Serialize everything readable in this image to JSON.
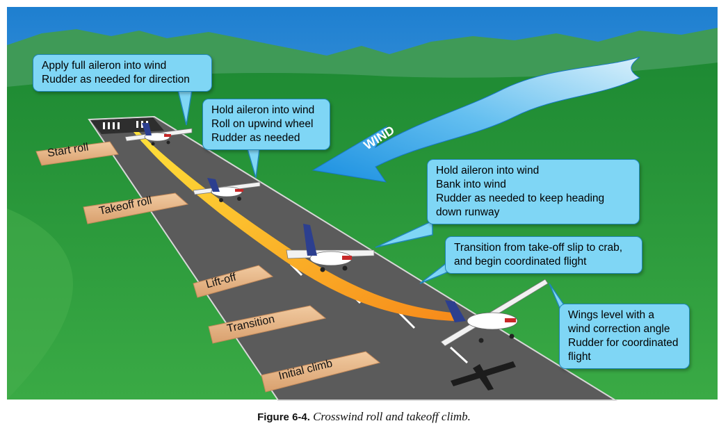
{
  "callouts": {
    "start": [
      "Apply full aileron into wind",
      "Rudder as needed for direction"
    ],
    "roll": [
      "Hold aileron into wind",
      "Roll on upwind wheel",
      "Rudder as needed"
    ],
    "liftoff": [
      "Hold aileron into wind",
      "Bank into wind",
      "Rudder as needed to keep heading",
      "down runway"
    ],
    "transition": [
      "Transition from take-off slip to crab,",
      "and begin coordinated flight"
    ],
    "climb": [
      "Wings level with a",
      "wind correction angle",
      "Rudder for coordinated",
      "flight"
    ]
  },
  "stages": {
    "start_roll": "Start roll",
    "takeoff_roll": "Takeoff roll",
    "lift_off": "Lift-off",
    "transition": "Transition",
    "initial_climb": "Initial climb"
  },
  "wind_label": "WIND",
  "caption": {
    "number": "Figure 6-4.",
    "text": "Crosswind roll and takeoff climb."
  },
  "colors": {
    "sky": "#2f8fd8",
    "grass": "#2d9a3c",
    "runway": "#5b5b5b",
    "path": "#f7a823",
    "callout_fill": "#7fd6f5",
    "stage_tag": "#e8b889"
  }
}
